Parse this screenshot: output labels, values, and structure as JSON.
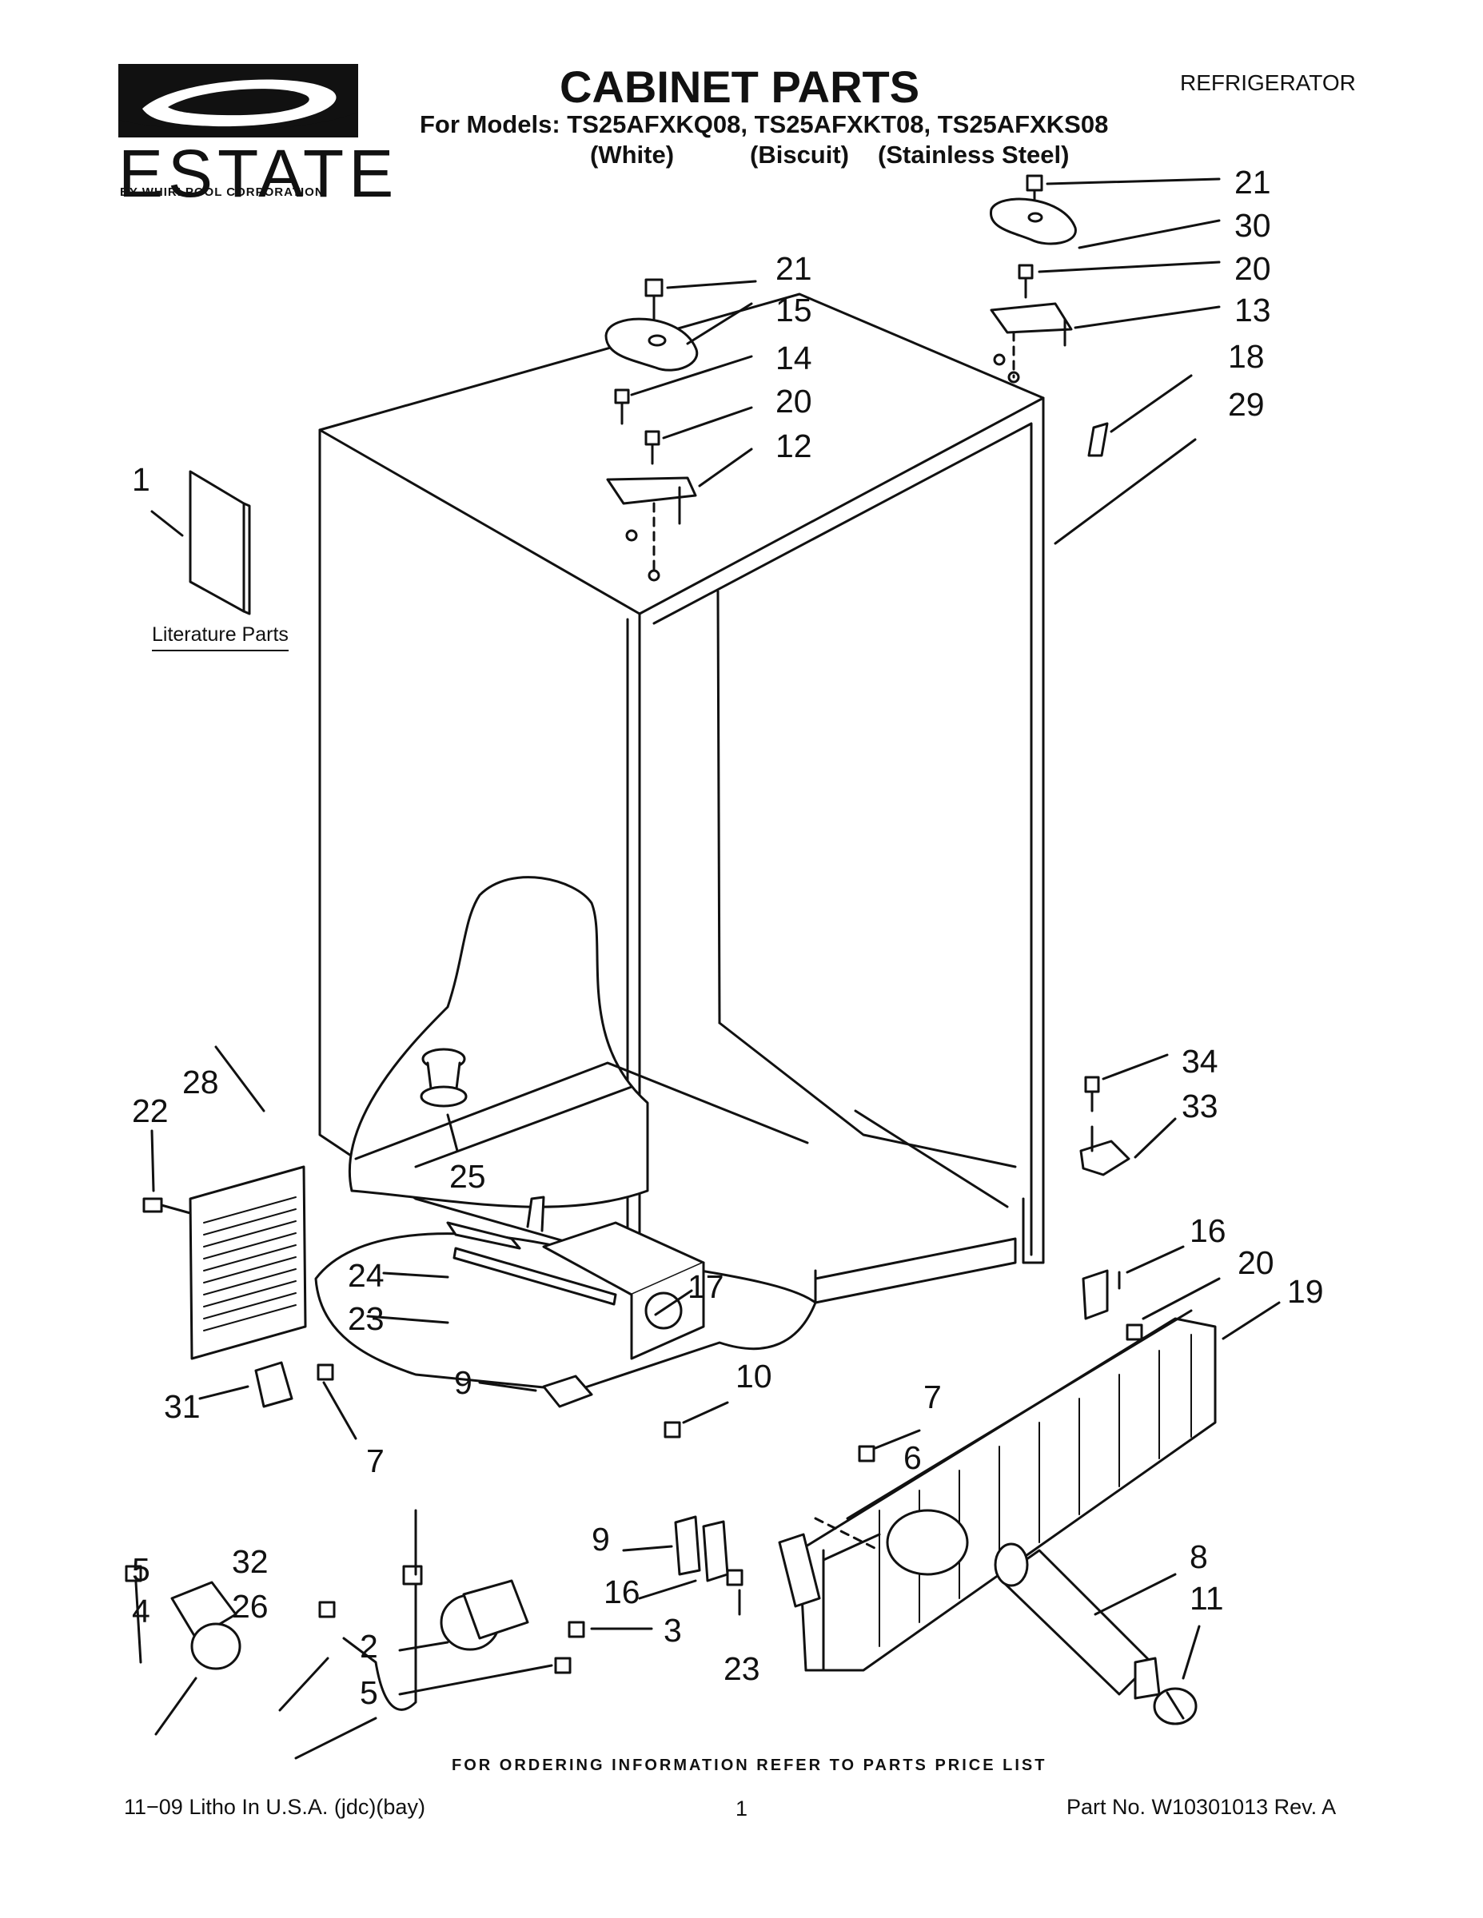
{
  "brand": {
    "name": "ESTATE",
    "subtitle": "BY WHIRLPOOL CORPORATION"
  },
  "header": {
    "title": "CABINET PARTS",
    "category": "REFRIGERATOR",
    "models_line": "For Models: TS25AFXKQ08, TS25AFXKT08, TS25AFXKS08",
    "colors": [
      "(White)",
      "(Biscuit)",
      "(Stainless Steel)"
    ]
  },
  "diagram": {
    "literature_label": "Literature Parts",
    "callouts": {
      "c1": "1",
      "c21a": "21",
      "c15": "15",
      "c14": "14",
      "c20a": "20",
      "c12": "12",
      "c21b": "21",
      "c30": "30",
      "c20b": "20",
      "c13": "13",
      "c18": "18",
      "c29": "29",
      "c22": "22",
      "c28": "28",
      "c25": "25",
      "c34": "34",
      "c33": "33",
      "c24": "24",
      "c17": "17",
      "c23a": "23",
      "c16a": "16",
      "c20c": "20",
      "c19": "19",
      "c31": "31",
      "c9a": "9",
      "c10": "10",
      "c7a": "7",
      "c7b": "7",
      "c6": "6",
      "c5a": "5",
      "c4": "4",
      "c32": "32",
      "c26": "26",
      "c9b": "9",
      "c16b": "16",
      "c8": "8",
      "c11": "11",
      "c2": "2",
      "c3": "3",
      "c5b": "5",
      "c23b": "23"
    }
  },
  "footer": {
    "ordering": "FOR ORDERING INFORMATION REFER TO PARTS PRICE LIST",
    "litho": "11−09 Litho In U.S.A. (jdc)(bay)",
    "page": "1",
    "part_no": "Part No. W10301013 Rev. A"
  }
}
